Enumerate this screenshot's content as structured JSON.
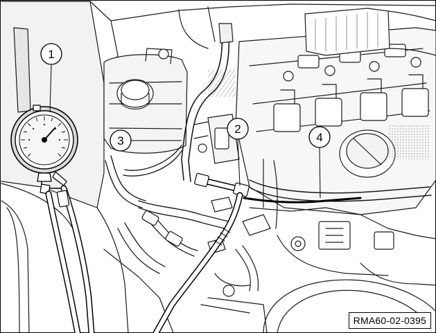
{
  "callouts": [
    {
      "number": "1"
    },
    {
      "number": "2"
    },
    {
      "number": "3"
    },
    {
      "number": "4"
    }
  ],
  "reference_code": "RMA60-02-0395"
}
